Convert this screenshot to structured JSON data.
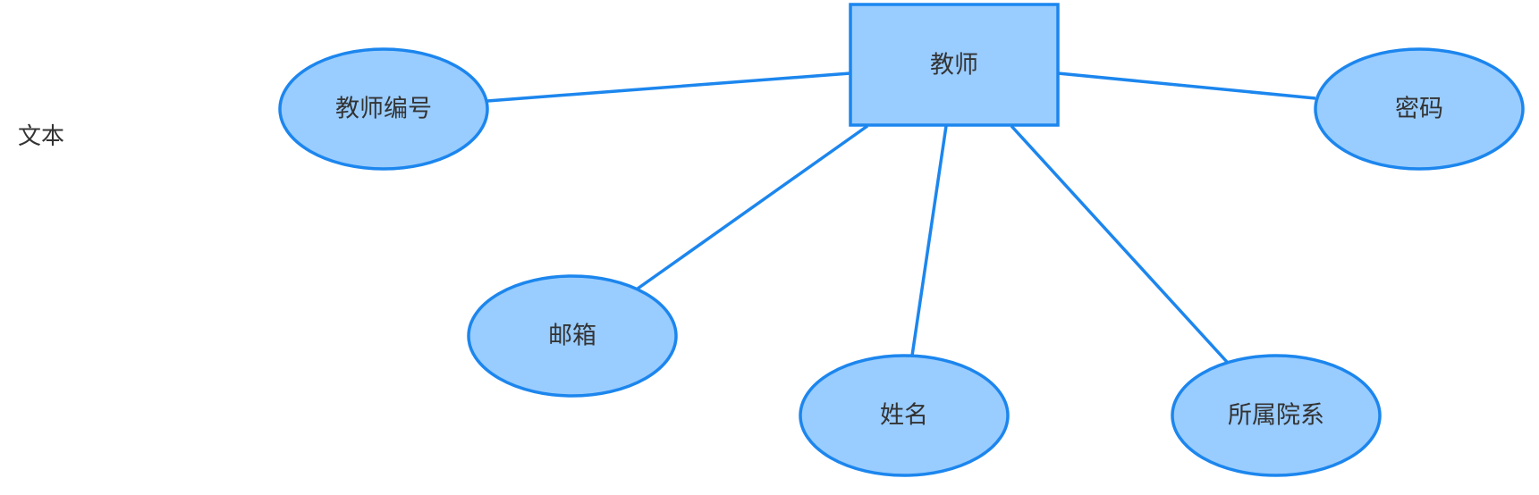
{
  "side_label": "文本",
  "colors": {
    "fill": "#99ccff",
    "stroke": "#1c86ee",
    "text": "#333333"
  },
  "entity": {
    "label": "教师"
  },
  "attributes": [
    {
      "id": "teacher-id",
      "label": "教师编号"
    },
    {
      "id": "password",
      "label": "密码"
    },
    {
      "id": "email",
      "label": "邮箱"
    },
    {
      "id": "name",
      "label": "姓名"
    },
    {
      "id": "department",
      "label": "所属院系"
    }
  ]
}
